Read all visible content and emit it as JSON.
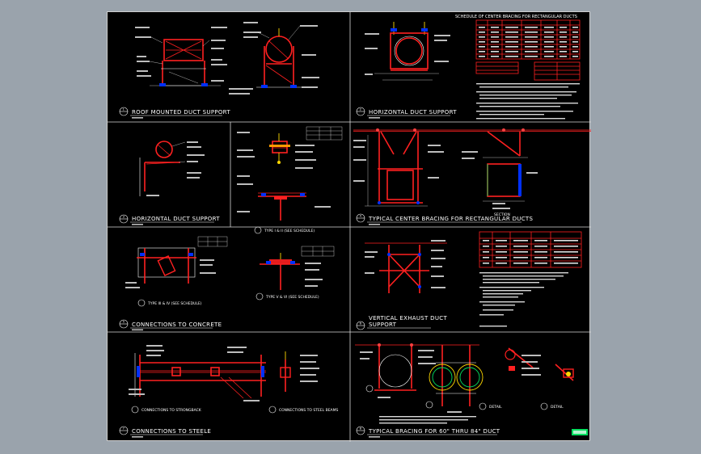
{
  "sheet": {
    "panels": [
      {
        "id": "roof",
        "number": "1",
        "title": "ROOF MOUNTED DUCT SUPPORT"
      },
      {
        "id": "horiz1",
        "number": "2",
        "title": "HORIZONTAL DUCT SUPPORT"
      },
      {
        "id": "horiz2",
        "number": "3",
        "title": "HORIZONTAL DUCT SUPPORT"
      },
      {
        "id": "center",
        "number": "4",
        "title": "TYPICAL CENTER BRACING FOR RECTANGULAR DUCTS"
      },
      {
        "id": "concrete",
        "number": "5",
        "title": "CONNECTIONS TO CONCRETE"
      },
      {
        "id": "vertical",
        "number": "6",
        "title": "VERTICAL EXHAUST DUCT",
        "subtitle": "SUPPORT"
      },
      {
        "id": "steel",
        "number": "7",
        "title": "CONNECTIONS TO STEELE"
      },
      {
        "id": "bracing",
        "number": "8",
        "title": "TYPICAL BRACING FOR 60\" THRU 84\" DUCT"
      }
    ],
    "sub_labels": {
      "type12": "TYPE I & II (SEE SCHEDULE)",
      "type34": "TYPE III & IV (SEE SCHEDULE)",
      "type56": "TYPE V & VI (SEE SCHEDULE)",
      "section": "SECTION",
      "conn_steel": "CONNECTIONS TO STEEL BEAMS",
      "conn_strong": "CONNECTIONS TO STRONGBACK",
      "detail_a": "DETAIL",
      "detail_b": "DETAIL"
    },
    "schedule_title": "SCHEDULE OF CENTER BRACING FOR RECTANGULAR DUCTS",
    "colors": {
      "background": "#000000",
      "frame": "#cfcfcf",
      "steel": "#ff2020",
      "hangers": "#ffd800",
      "anchors": "#0030ff",
      "highlight": "#00e060"
    }
  }
}
